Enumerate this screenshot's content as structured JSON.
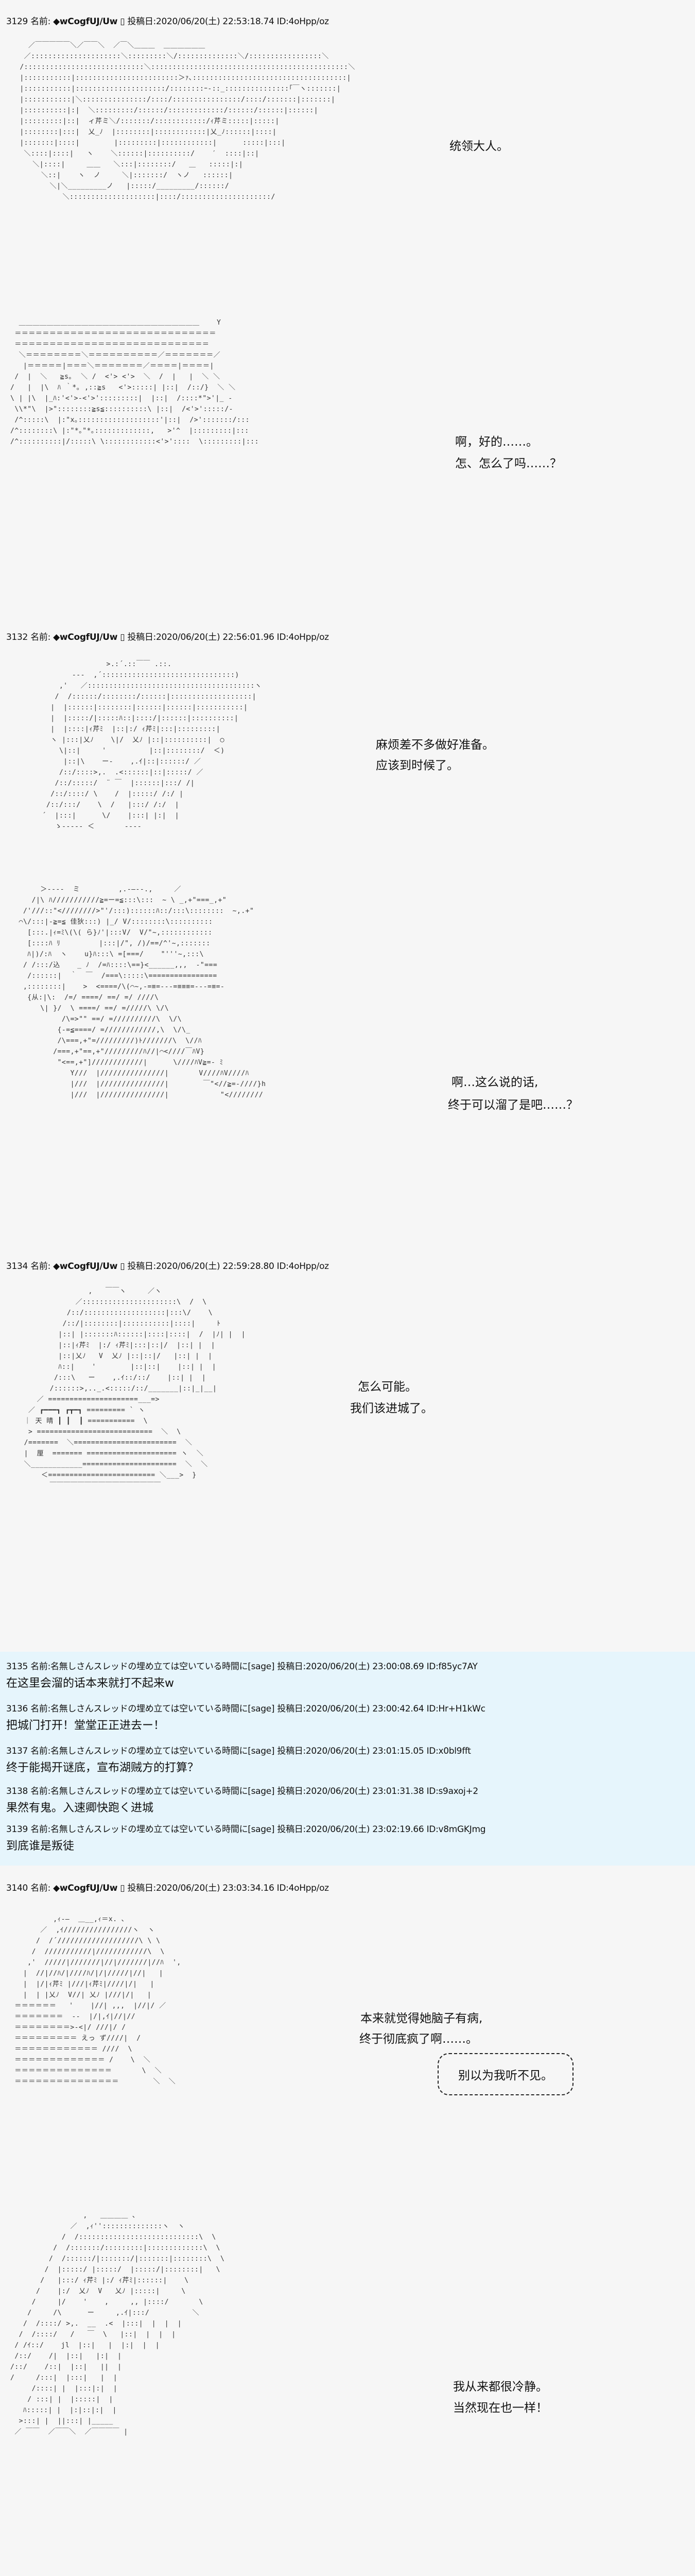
{
  "posts": [
    {
      "header": {
        "num": "3129",
        "name_label": "名前:",
        "trip": "◆wCogfUJ/Uw",
        "box": "▯",
        "date_label": "投稿日:",
        "date": "2020/06/20(土) 22:53:18.74",
        "id": "ID:4oHpp/oz"
      },
      "dialogue": [
        "统领大人。",
        "啊，好的……。",
        "怎、怎么了吗……？"
      ],
      "art": [
        [
          "   ／￣￣￣￣￣＼／￣￣＼  ／￣＼＿＿＿  ＿＿＿＿＿＿",
          "  ／:::::::::::::::::::::＼:::::::::＼/::::::::::::::＼/:::::::::::::::::＼",
          " /::::::::::::::::::::::::::::＼::::::::::::::::::::::::::::::::::::::::::::::＼",
          " |:::::::::::|::::::::::::::::::::::::＞ｧ､::::::::::::::::::::::::::::::::::::|",
          " |:::::::::::|:::::::::::::::::::::/::::::::ｰ-::_:::::::::::::::｢￣ヽ:::::::|",
          " |:::::::::::|＼:::::::::::::::/::::/::::::::::::::::/::::/:::::::|:::::::|",
          " |::::::::::|:|  ＼:::::::::/::::::/:::::::::::::/::::::/::::::|::::::|",
          " |:::::::::|::|  ィ芹ミ＼/:::::::/::::::::::::/ｨ芹ミ:::::|:::::|",
          " |::::::::|:::|  乂_ﾉ  |::::::::|::::::::::::|乂_ﾉ::::::|::::|",
          " |:::::::|::::|        |:::::::::|::::::::::::|      :::::|:::|",
          "  ＼::::|::::|   ヽ    ＼::::::|::::::::::/    ′  ::::|::|",
          "    ＼|::::|     ＿＿   ＼:::|::::::::/   ＿   :::::|:|",
          "      ＼::|    ヽ  ノ     ＼|:::::::/  ヽノ   ::::::|",
          "        ＼|＼_________ノ   |:::::/_________/::::::/",
          "           ＼::::::::::::::::::::|::::/:::::::::::::::::::::/"
        ],
        [
          "  ＿＿＿＿＿＿＿＿＿＿＿＿＿＿＿＿＿＿＿＿＿＿＿＿＿＿    Y",
          " ＝＝＝＝＝＝＝＝＝＝＝＝＝＝＝＝＝＝＝＝＝＝＝＝＝＝＝＝＝",
          " ＝＝＝＝＝＝＝＝＝＝＝＝＝＝＝＝＝＝＝＝＝＝＝＝＝＝＝＝",
          "  ＼＝＝＝＝＝＝＝＝＼＝＝＝＝＝＝＝＝＝＝／＝＝＝＝＝＝＝／",
          "   |＝＝＝＝＝|＝＝＝＼＝＝＝＝＝＝＝／＝＝＝＝|＝＝＝＝|",
          " /  |  ＼   ≧s｡  ＼ /  <'> <'>  ＼  /  |   |  ＼ ＼",
          "/   |  |\\  ﾊ ｀*｡ ,::≧s   <'>:::::| |::|  /::/}  ＼ ＼",
          "\\ | |\\  |_ﾊ:'<'>-<'>':::::::::|  |::|  /::::*\">'|_ -",
          " \\\\*\"\\  |>\"::::::::≧s≦::::::::::\\ |::|  /<'>':::::/-",
          " /^:::::\\  |:\"x｡:::::::::::::::::::'|::|  />':::::::/:::",
          "/^::::::::\\ |:\"*｡\"*｡:::::::::::::,   >'^  |:::::::::|:::",
          "/^::::::::::|/:::::\\ \\::::::::::::<'>'::::  \\:::::::::|:::"
        ]
      ]
    },
    {
      "header": {
        "num": "3132",
        "name_label": "名前:",
        "trip": "◆wCogfUJ/Uw",
        "box": "▯",
        "date_label": "投稿日:",
        "date": "2020/06/20(土) 22:56:01.96 ID:4oHpp/oz",
        "id": ""
      },
      "dialogue": [
        "麻烦差不多做好准备。",
        "应该到时候了。",
        "啊…这么说的话,",
        "终于可以溜了是吧……？"
      ],
      "art": [
        [
          "                    >.:´.::￣￣ .::.",
          "            -‐‐  ,´:::::::::::::::::::::::::::::::)",
          "         ,'   ／:::::::::::::::::::::::::::::::::::::::ヽ",
          "        /  /::::::/::::::::/::::::|:::::::::::::::::::|",
          "       |  |::::::|::::::::|::::::|::::::|:::::::::::|",
          "       |  |:::::/|:::::ﾊ::|::::/|::::::|::::::::::|",
          "       |  |::::|ｨ芹ﾐ  |::|:/ ｨ芹ﾐ|:::|:::::::::|",
          "       ヽ |:::|乂ﾉ    \\|/  乂ﾉ |::|::::::::::|  ◯",
          "         \\|::|     '          |::|::::::::/  ＜)",
          "          |::|\\    ー‐    ,.ｲ|::|::::::/ ／ ",
          "         /::/::::>,.  .<::::::|::|:::::/ ／",
          "        /::/:::::/  ¨ ￣  |::::::|:::/ /|",
          "       /::/::::/ \\    /  |:::::/ /:/ |",
          "      /::/:::/    \\  /   |:::/ /:/  |",
          "     ´  |:::|      \\/    |:::| |:|  |",
          "        ゝ-‐‐‐‐ ＜       ‐‐‐‐"
        ],
        [
          "       ＞-‐‐‐  ミ         ,.-―‐-.,     ／",
          "     /|\\ ﾊ///////////≧=ー=≦:::\\:::  ~ \\ _,+\"===_,+\"",
          "   /'///::\"<////////>\"'/:::)::::::ﾊ::/:::\\::::::::  ~,.+\"",
          "  ⌒\\/:::|-≧=≦ 佳狄:::) |_/ V/::::::::\\::::::::::",
          "    [:::.|ｨ=ﾐ\\(\\( ら}ﾉ'|:::V/  V/\"~,::::::::::::",
          "    [::::ﾊ ﾘ         |:::|/\", /)/==/^'~,:::::::",
          "    ﾊ|)/:ﾊ  ヽ    u}ﾊ:::\\ =[===/    \"'''~,:::\\",
          "   / /:::/込    _ ﾉ  /=ﾊ::::\\==}<______,,,  -\"===",
          "    /::::::|  ｀  ￣  /===\\:::::\\================",
          "   ,::::::::|    >  <====/\\(⌒~,-=≡=-‐-=≡≡≡=-‐-=≡=-",
          "    {从:|\\:  /=/ ====/ ==/ =/ ////\\",
          "       \\| }/  \\ ====/ ==/ =/////\\ \\/\\",
          "            /\\=>\"\" ==/ =//////////\\  \\/\\",
          "           {-=≦====/ =////////////,\\  \\/\\_",
          "           /\\===,+\"=/////////)ﾄ///////\\  \\//ﾊ",
          "          /===,+\"==,+\"/////////ﾊ//|⌒<////￣ﾊV}",
          "           \"<==,+\"]////////////|      \\////ﾊV≧=- ﾐ",
          "              Y///  |///////////////|       V////ﾊV////ﾊ",
          "              |///  |///////////////|        ￣\"<//≧=-////}h",
          "              |///  |///////////////|            \"<////////"
        ]
      ]
    },
    {
      "header": {
        "num": "3134",
        "name_label": "名前:",
        "trip": "◆wCogfUJ/Uw",
        "box": "▯",
        "date_label": "投稿日:",
        "date": "2020/06/20(土) 22:59:28.80",
        "id": "ID:4oHpp/oz"
      },
      "dialogue": [
        "怎么可能。",
        "我们该进城了。"
      ],
      "art": [
        [
          "                 ,   ￣￣ヽ     ／ヽ",
          "              ／::::::::::::::::::::::\\  /  \\",
          "            /::/:::::::::::::::::::|:::\\/    \\",
          "           /::/|::::::::|:::::::::::|::::|     ﾄ",
          "          |::| |:::::::ﾊ::::::|::::|::::|  /  |ﾉ| |  |",
          "          |::|ｨ芹ﾐ  |:/ ｨ芹ﾐ|:::|::|/  |::| |  |",
          "          |::|乂ﾉ   V  乂ﾉ |::|::|/   |::| |  |",
          "          ﾊ::|    '        |::|::|    |::| |  |",
          "         /:::\\   ー    ,.ｲ::/::/    |::| |  |",
          "        /::::::>,.._.<:::::/::/_______|::|_|__|",
          "     ／ =====================___=>",
          "   ／ ┏━━━┓ ┏┳━┓ ========= ` ヽ",
          "  ｜ 天 晴 ┃ ┃  ┃ ===========  \\",
          "   > ===========================  ＼  \\",
          "  /=======  ＼========================  ＼",
          "  |  厘  ======= ===================== ヽ  ＼",
          "  ＼____________======================  ＼  ＼",
          "      ＜========================= ＼___>  }",
          "        ￣￣￣￣￣￣￣￣￣￣￣￣￣￣￣￣"
        ]
      ]
    },
    {
      "header": {
        "num": "3140",
        "name_label": "名前:",
        "trip": "◆wCogfUJ/Uw",
        "box": "▯",
        "date_label": "投稿日:",
        "date": "2020/06/20(土) 23:03:34.16",
        "id": "ID:4oHpp/oz"
      },
      "dialogue": [
        "本来就觉得她脑子有病,",
        "终于彻底疯了啊……。",
        "别以为我听不见。",
        "我从来都很冷静。",
        "当然现在也一样！"
      ],
      "art": [
        [
          "          ,ｨ-―  ＿__,ｨ＝x. ､",
          "       ／  ,ｲ////////////////ヽ  ヽ",
          "      /  /´///////////////////\\ \\ \\",
          "     /  ///////////|////////////\\  \\",
          "    ,'  /////|///////|//|///////|//ﾊ  ',",
          "   |  //|//ﾊ/|////ﾊ/|/|/////|//|   |",
          "   |  |/|ｨ芹ﾐ |///|ｨ芹ﾐ|////|/|   |",
          "   |  | |乂ﾉ  V//| 乂ﾉ |///|/|   |",
          " ＝＝＝＝＝＝   '    |//| ,,,  |//|/ ／",
          " ＝＝＝＝＝＝＝  -‐  |/|,ｲ|//|//  ",
          " ＝＝＝＝＝＝＝＝>-<|/ ///|/ /",
          " ＝＝＝＝＝＝＝＝＝ えっ ず////|  /",
          " ＝＝＝＝＝＝＝＝＝＝＝＝ ////  \\",
          " ＝＝＝＝＝＝＝＝＝＝＝＝＝ /    \\  ＼",
          " ＝＝＝＝＝＝＝＝＝＝＝＝＝＝       \\  ＼",
          " ＝＝＝＝＝＝＝＝＝＝＝＝＝＝＝        ＼  ＼"
        ],
        [
          "                 ,   ＿＿＿＿ ､",
          "              ／  ,ｨ''::::::::::::::ヽ  ヽ",
          "            /  /::::::::::::::::::::::::::::\\  \\",
          "          /  /:::::::/:::::::::|:::::::::::::\\  \\",
          "         /  /::::::/|:::::::/|:::::::|::::::::\\  \\",
          "        /  |:::::/ |:::::/  |:::::/|::::::::|   \\",
          "       /   |:::/ ｨ芹ﾐ |:/ ｨ芹ﾐ|::::::|    \\",
          "      /    |:/  乂ﾉ  V   乂ﾉ |:::::|     \\",
          "     /     |/    '    ,     ,, |::::/       \\",
          "    /     /\\      ー     ,.ｲ|:::/          ＼",
          "   /  /::::/ >,.  __  .<  |:::|  |  |  |",
          "  /  /::::/   /   ￣  \\   |::|  |  |  |",
          " / /ｲ::/    jl  |::|   |  |:|  |  |",
          " /::/    /|  |::|   |:|  |",
          "/::/    /::|  |::|   ||  |",
          "/     /:::|  |:::|   |  |",
          "     /::::| |  |:::|:|  |",
          "    / :::| |  |:::::|  |",
          "   ﾊ:::::| |  |:|::|:|  |",
          "  >:::| |  ||:::| |_____",
          " ／ ￣￣  ／￣￣＼  ／￣￣￣￣ |"
        ]
      ]
    }
  ],
  "replies": [
    {
      "num": "3135",
      "name_label": "名前:",
      "name": "名無しさんスレッドの埋め立ては空いている時間に[sage]",
      "date_label": "投稿日:",
      "date": "2020/06/20(土) 23:00:08.69",
      "id": "ID:f85yc7AY",
      "body": "在这里会溜的话本来就打不起来w"
    },
    {
      "num": "3136",
      "name_label": "名前:",
      "name": "名無しさんスレッドの埋め立ては空いている時間に[sage]",
      "date_label": "投稿日:",
      "date": "2020/06/20(土) 23:00:42.64",
      "id": "ID:Hr+H1kWc",
      "body": "把城门打开！堂堂正正进去ー！"
    },
    {
      "num": "3137",
      "name_label": "名前:",
      "name": "名無しさんスレッドの埋め立ては空いている時間に[sage]",
      "date_label": "投稿日:",
      "date": "2020/06/20(土) 23:01:15.05",
      "id": "ID:x0bl9fft",
      "body": "终于能揭开谜底，宣布湖贼方的打算？"
    },
    {
      "num": "3138",
      "name_label": "名前:",
      "name": "名無しさんスレッドの埋め立ては空いている時間に[sage]",
      "date_label": "投稿日:",
      "date": "2020/06/20(土) 23:01:31.38",
      "id": "ID:s9axoj+2",
      "body": "果然有鬼。入速卿快跑く进城"
    },
    {
      "num": "3139",
      "name_label": "名前:",
      "name": "名無しさんスレッドの埋め立ては空いている時間に[sage]",
      "date_label": "投稿日:",
      "date": "2020/06/20(土) 23:02:19.66",
      "id": "ID:v8mGKJmg",
      "body": "到底谁是叛徒"
    }
  ],
  "colors": {
    "page_background": "#f6f6f6",
    "reply_background": "#e6f5fc",
    "text": "#111111"
  }
}
